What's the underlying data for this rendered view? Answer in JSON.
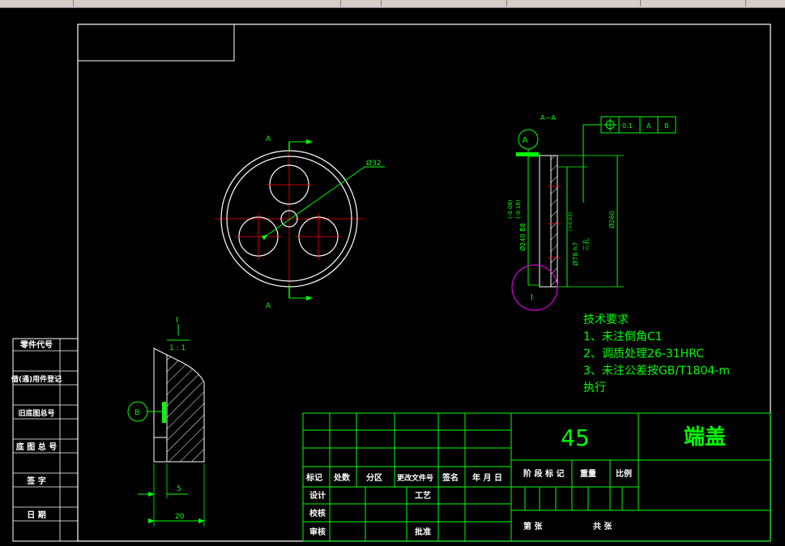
{
  "colors": {
    "background": "#000000",
    "frame": "#ffffff",
    "table": "#00ff00",
    "dimension": "#00ff00",
    "centerline": "#ff0000",
    "outline": "#ffffff",
    "highlight": "#ff00ff",
    "text": "#00ff00",
    "title": "#00ff00"
  },
  "front_view": {
    "section_mark_top": "A",
    "section_mark_bottom": "A",
    "hole_dim": "Ø32"
  },
  "section_view": {
    "title": "A—A",
    "datum_a": "A",
    "tolerance_frame": [
      "0.1",
      "A",
      "B"
    ],
    "dim_left": "Ø240 B8",
    "dim_tol_upper": "(-0.08)",
    "dim_tol_lower": "(-0.16)",
    "dim_center": "Ø78 h7",
    "dim_center_note": "(+0.03)",
    "dim_center_extra": "三孔",
    "dim_right": "Ø260",
    "detail_label": "I"
  },
  "detail_view": {
    "label_top": "I",
    "scale": "1 : 1",
    "datum_b": "B",
    "dim_small": "5",
    "dim_width": "20"
  },
  "tech_requirements": {
    "title": "技术要求",
    "items": [
      "1、未注倒角C1",
      "2、调质处理26-31HRC",
      "3、未注公差按GB/T1804-m",
      "执行"
    ]
  },
  "side_labels": [
    "零件代号",
    "借(通)用件登记",
    "旧底图总号",
    "底 图 总 号",
    "签    字",
    "日    期"
  ],
  "title_block": {
    "material": "45",
    "part_name": "端盖",
    "header_labels": [
      "标记",
      "处数",
      "分区",
      "更改文件号",
      "签名",
      "年 月 日"
    ],
    "row_labels": [
      "设计",
      "校核",
      "审核"
    ],
    "process_label": "工艺",
    "approve_label": "批准",
    "stage_label": "阶 段 标 记",
    "weight_label": "重量",
    "scale_label": "比例",
    "sheets_total": "共 张",
    "sheet_no": "第 张"
  }
}
